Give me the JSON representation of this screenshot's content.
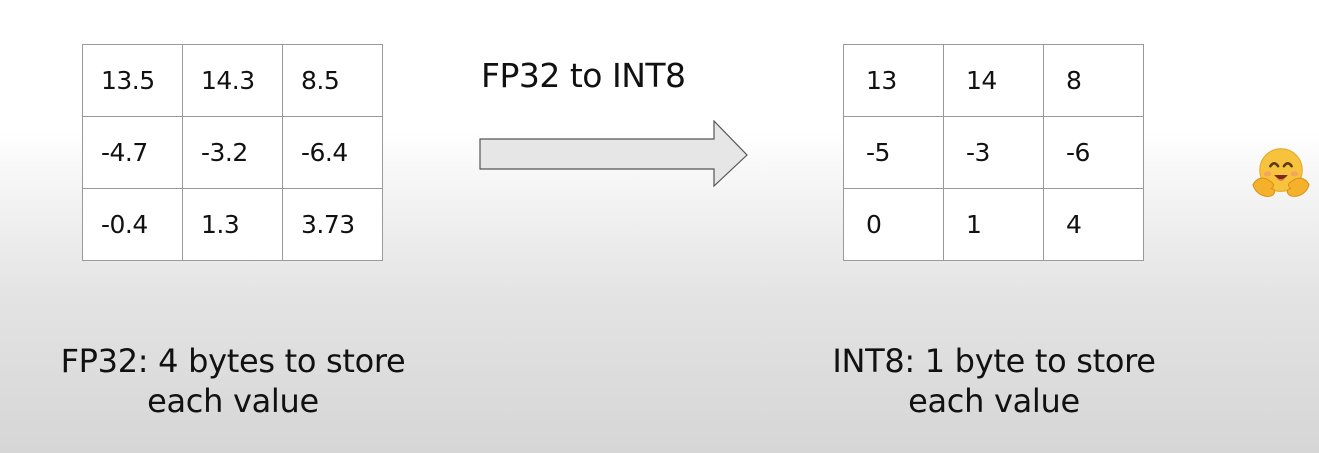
{
  "fp32_table": {
    "rows": [
      [
        "13.5",
        "14.3",
        "8.5"
      ],
      [
        "-4.7",
        "-3.2",
        "-6.4"
      ],
      [
        "-0.4",
        "1.3",
        "3.73"
      ]
    ]
  },
  "int8_table": {
    "rows": [
      [
        "13",
        "14",
        "8"
      ],
      [
        "-5",
        "-3",
        "-6"
      ],
      [
        "0",
        "1",
        "4"
      ]
    ]
  },
  "conversion": {
    "label": "FP32 to INT8"
  },
  "captions": {
    "fp32_line1": "FP32: 4 bytes to store",
    "fp32_line2": "each value",
    "int8_line1": "INT8: 1 byte to store",
    "int8_line2": "each value"
  },
  "icons": {
    "arrow": "right-arrow-icon",
    "emoji": "hugging-face-icon"
  },
  "colors": {
    "arrow_fill": "#e6e6e6",
    "arrow_stroke": "#555555",
    "grid_border": "#9a9a9a",
    "emoji_face": "#f7c23e"
  }
}
